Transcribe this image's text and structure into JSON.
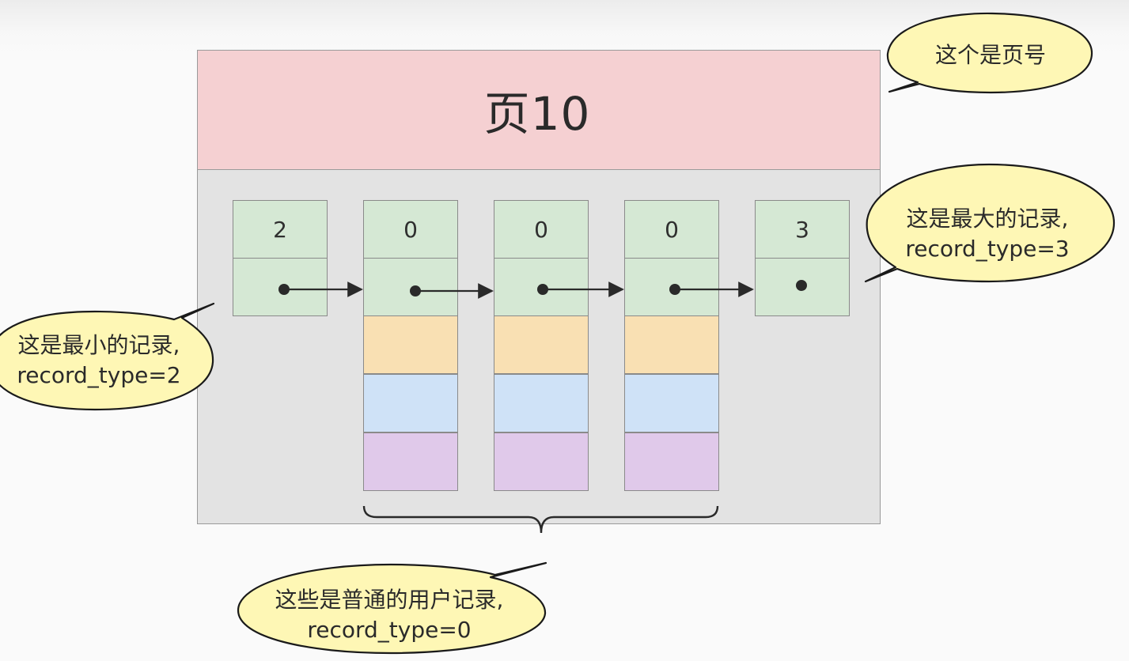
{
  "page": {
    "title": "页10"
  },
  "records": [
    {
      "type_label": "2",
      "kind": "infimum",
      "user_fields": false
    },
    {
      "type_label": "0",
      "kind": "user",
      "user_fields": true
    },
    {
      "type_label": "0",
      "kind": "user",
      "user_fields": true
    },
    {
      "type_label": "0",
      "kind": "user",
      "user_fields": true
    },
    {
      "type_label": "3",
      "kind": "supremum",
      "user_fields": false
    }
  ],
  "callouts": {
    "page_number": {
      "line1": "这个是页号"
    },
    "max_record": {
      "line1": "这是最大的记录,",
      "line2": "record_type=3"
    },
    "min_record": {
      "line1": "这是最小的记录,",
      "line2": "record_type=2"
    },
    "user_records": {
      "line1": "这些是普通的用户记录,",
      "line2": "record_type=0"
    }
  },
  "colors": {
    "header": "#f5d0d2",
    "body": "#e3e3e3",
    "record_header": "#d5e8d4",
    "field_1": "#f9e0b3",
    "field_2": "#cfe2f7",
    "field_3": "#e0c9ea",
    "bubble_fill": "#fef7b5",
    "bubble_stroke": "#1a1a1a"
  }
}
